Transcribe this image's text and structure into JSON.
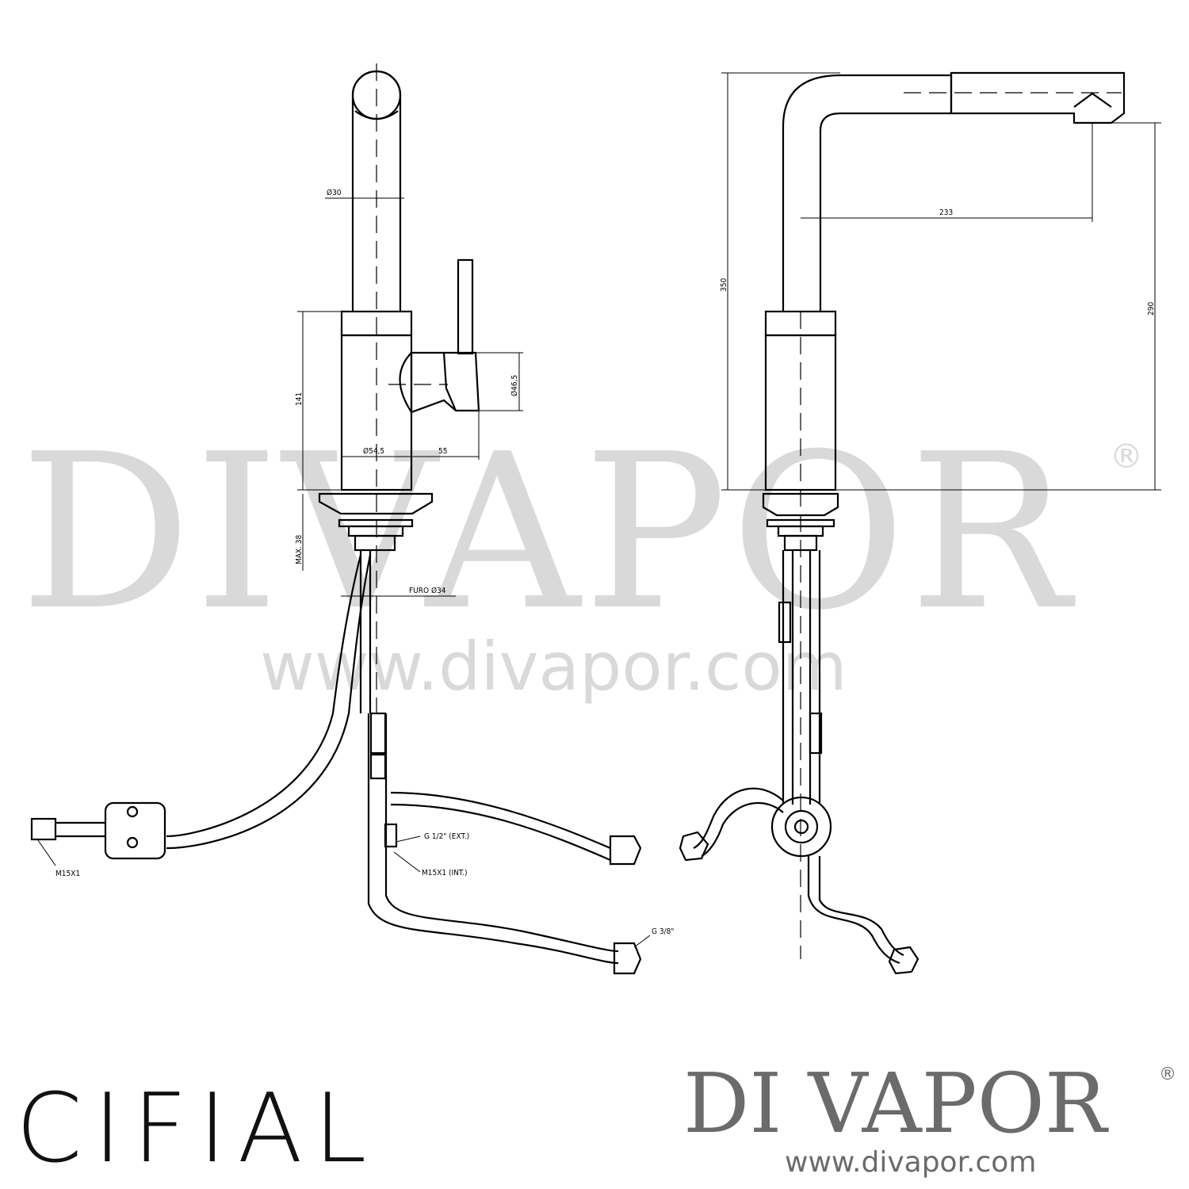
{
  "watermark": {
    "main": "DIVAPOR",
    "registered": "®",
    "url": "www.divapor.com"
  },
  "dimensions": {
    "spout_diameter": "Ø30",
    "body_height": "141",
    "handle_diameter": "Ø46,5",
    "body_diameter": "Ø54,5",
    "handle_offset": "55",
    "max_thickness": "MAX. 38",
    "hole": "FURO  Ø34",
    "thread_m15": "M15X1",
    "thread_g12": "G 1/2\" (EXT.)",
    "thread_m15_int": "M15X1 (INT.)",
    "thread_g38": "G 3/8\"",
    "total_height": "350",
    "reach": "233",
    "outlet_height": "290"
  },
  "brand": {
    "left": "CIFIAL",
    "right": "DI VAPOR",
    "right_registered": "®",
    "url": "www.divapor.com"
  }
}
